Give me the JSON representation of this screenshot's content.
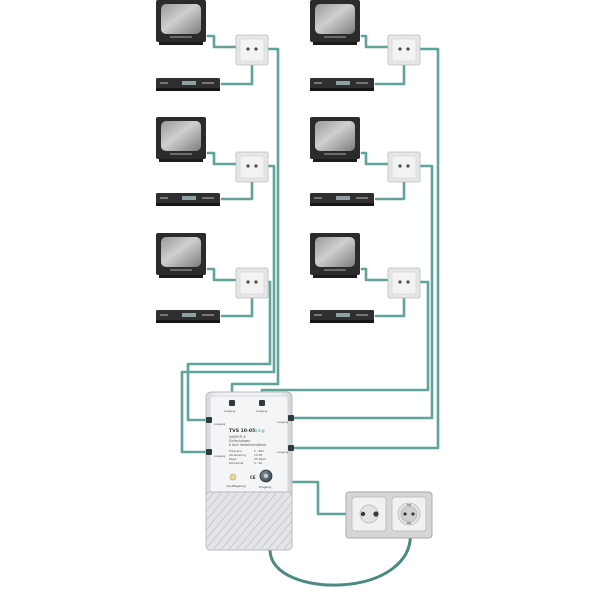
{
  "diagram": {
    "label": "Multi-room TV distribution installation: 6 TVs and receivers connected via wall outlets to a distribution amplifier and mains socket",
    "amplifier": {
      "model": "TVS 10-05",
      "brand": "axing",
      "subtitle_1": "SAMLY® 6",
      "subtitle_2": "Einfachdosen",
      "subtitle_3": "6 fach Verteilverstärker",
      "spec_rows": [
        [
          "Frequenz",
          "5 - 862"
        ],
        [
          "Verstärkung",
          "10 dB"
        ],
        [
          "Pegel",
          "95 dBµV"
        ],
        [
          "Rückkanal",
          "5 - 65"
        ]
      ],
      "port_labels": {
        "input": "Eingang",
        "reg_in": "Input/Regelung",
        "outputs": [
          "Ausgang",
          "Ausgang",
          "Ausgang",
          "Ausgang",
          "Ausgang",
          "Ausgang"
        ]
      },
      "ce_mark": "CE"
    },
    "colors": {
      "cable": "#5fa39a",
      "cable_dark": "#4a8a82",
      "tv_frame": "#2b2b2b",
      "outlet": "#e6e6e6",
      "amp_body": "#e9ebee",
      "socket_plate": "#d9d9d9"
    }
  }
}
